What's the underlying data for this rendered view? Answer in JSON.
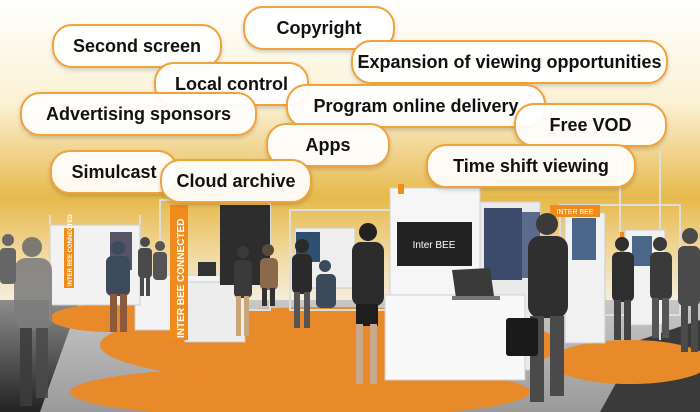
{
  "bubbles": [
    {
      "id": "second-screen",
      "label": "Second screen"
    },
    {
      "id": "copyright",
      "label": "Copyright"
    },
    {
      "id": "expansion",
      "label": "Expansion of viewing opportunities"
    },
    {
      "id": "local-control",
      "label": "Local control"
    },
    {
      "id": "program-online",
      "label": "Program online delivery"
    },
    {
      "id": "advertising",
      "label": "Advertising sponsors"
    },
    {
      "id": "free-vod",
      "label": "Free VOD"
    },
    {
      "id": "apps",
      "label": "Apps"
    },
    {
      "id": "simulcast",
      "label": "Simulcast"
    },
    {
      "id": "cloud-archive",
      "label": "Cloud archive"
    },
    {
      "id": "time-shift",
      "label": "Time shift viewing"
    }
  ],
  "signage": {
    "vertical_banner": "INTER BEE CONNECTED",
    "booth_screen": "Inter BEE",
    "left_banner": "INTER BEE CONNECTED",
    "right_sign": "INTER BEE"
  },
  "colors": {
    "bubble_border": "#f2a23a",
    "banner_orange": "#f08c1e",
    "floor_orange": "#e8892a",
    "floor_gray": "#b3b3b3",
    "backdrop_gold": "#e7b94c"
  }
}
